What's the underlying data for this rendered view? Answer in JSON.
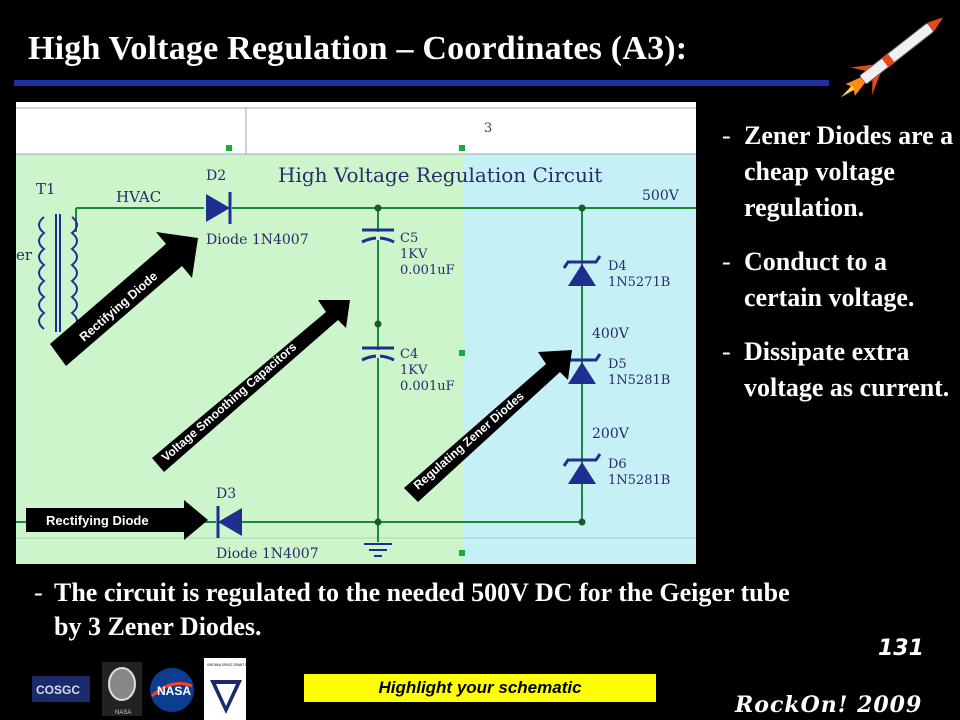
{
  "slide": {
    "title": "High Voltage Regulation – Coordinates (A3):",
    "page_number": "131",
    "highlight_label": "Highlight your schematic",
    "footer_brand": "RockOn! 2009"
  },
  "bullets_right": [
    "Zener Diodes are a cheap voltage regulation.",
    "Conduct to a certain voltage.",
    "Dissipate extra voltage as current."
  ],
  "bullet_dash": "-",
  "bullet_bottom": "The circuit is regulated to the needed 500V DC for the Geiger tube by 3 Zener Diodes.",
  "schematic": {
    "grid_label": "3",
    "circuit_title": "High Voltage Regulation Circuit",
    "transformer": "T1",
    "hvac": "HVAC",
    "out_500": "500V",
    "out_400": "400V",
    "out_200": "200V",
    "left_partial": "er",
    "d2_ref": "D2",
    "d2_part": "Diode 1N4007",
    "d3_ref": "D3",
    "d3_part": "Diode 1N4007",
    "c5_ref": "C5",
    "c5_v": "1KV",
    "c5_val": "0.001uF",
    "c4_ref": "C4",
    "c4_v": "1KV",
    "c4_val": "0.001uF",
    "d4_ref": "D4",
    "d4_part": "1N5271B",
    "d5_ref": "D5",
    "d5_part": "1N5281B",
    "d6_ref": "D6",
    "d6_part": "1N5281B"
  },
  "annotations": {
    "rectifying_diode_top": "Rectifying Diode",
    "smoothing": "Voltage Smoothing Capacitors",
    "zener": "Regulating Zener Diodes",
    "rectifying_diode_bottom": "Rectifying Diode"
  },
  "logos": {
    "cosgc": "COSGC",
    "nasa": "NASA",
    "vsgc": "VIRGINIA SPACE GRANT CONSORTIUM"
  },
  "colors": {
    "background": "#000000",
    "title_rule": "#1f2fa5",
    "highlight": "#ffff00",
    "schematic_green": "#ccf5cc",
    "schematic_cyan": "#c4f0f6",
    "wire": "#1a8a3a",
    "component": "#1f2f8f",
    "label_text": "#2a2a6a"
  }
}
